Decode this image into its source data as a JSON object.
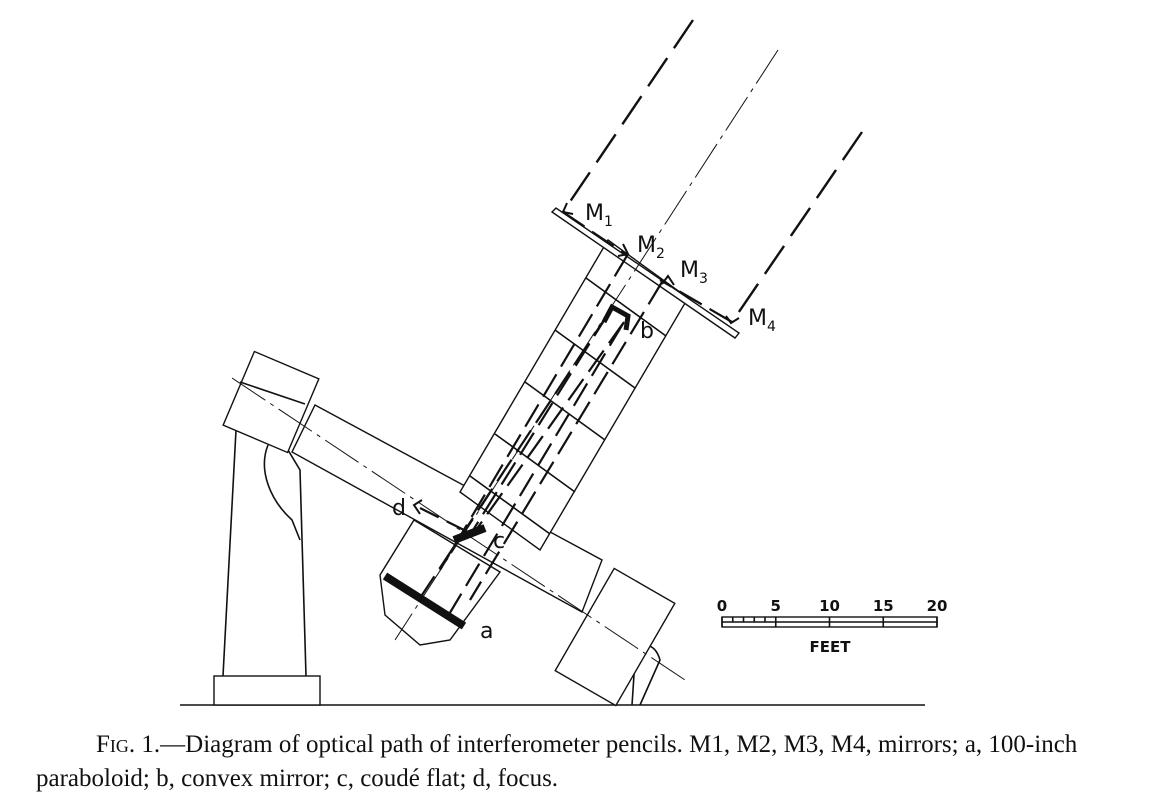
{
  "diagram": {
    "labels": {
      "m1": "M",
      "m1_sub": "1",
      "m2": "M",
      "m2_sub": "2",
      "m3": "M",
      "m3_sub": "3",
      "m4": "M",
      "m4_sub": "4",
      "a": "a",
      "b": "b",
      "c": "c",
      "d": "d"
    },
    "scale": {
      "ticks": [
        "0",
        "5",
        "10",
        "15",
        "20"
      ],
      "unit": "FEET"
    }
  },
  "caption": {
    "fig_label": "Fig. 1.",
    "text": "—Diagram of optical path of interferometer pencils.  M1, M2, M3, M4, mirrors; a, 100-inch paraboloid; b, convex mirror; c, coudé flat; d, focus."
  }
}
